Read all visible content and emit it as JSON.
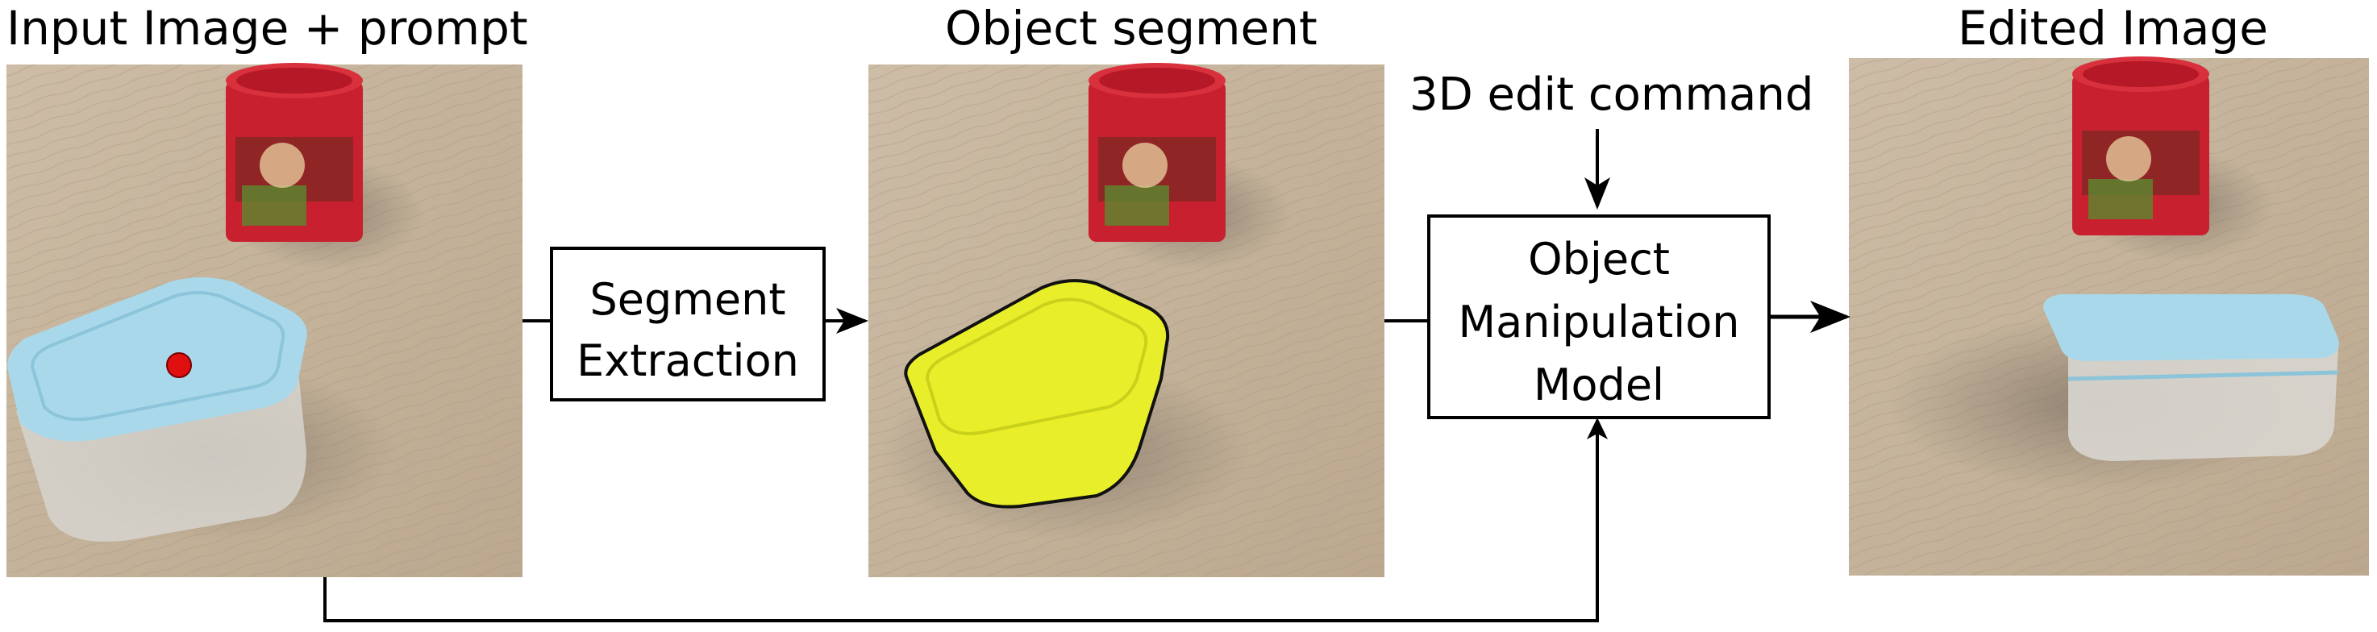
{
  "panels": [
    {
      "title": "Input Image + prompt"
    },
    {
      "title": "Object segment"
    },
    {
      "title": "Edited Image"
    }
  ],
  "steps": {
    "segment_extraction": {
      "line1": "Segment",
      "line2": "Extraction"
    },
    "manipulation": {
      "line1": "Object",
      "line2": "Manipulation",
      "line3": "Model"
    }
  },
  "command": "3D edit command",
  "colors": {
    "table_wood": "#c9b7a0",
    "container_lid": "#a9d8ea",
    "segment_mask": "#e8ef2a",
    "can_red": "#c8202e",
    "prompt_point": "#e01010"
  }
}
